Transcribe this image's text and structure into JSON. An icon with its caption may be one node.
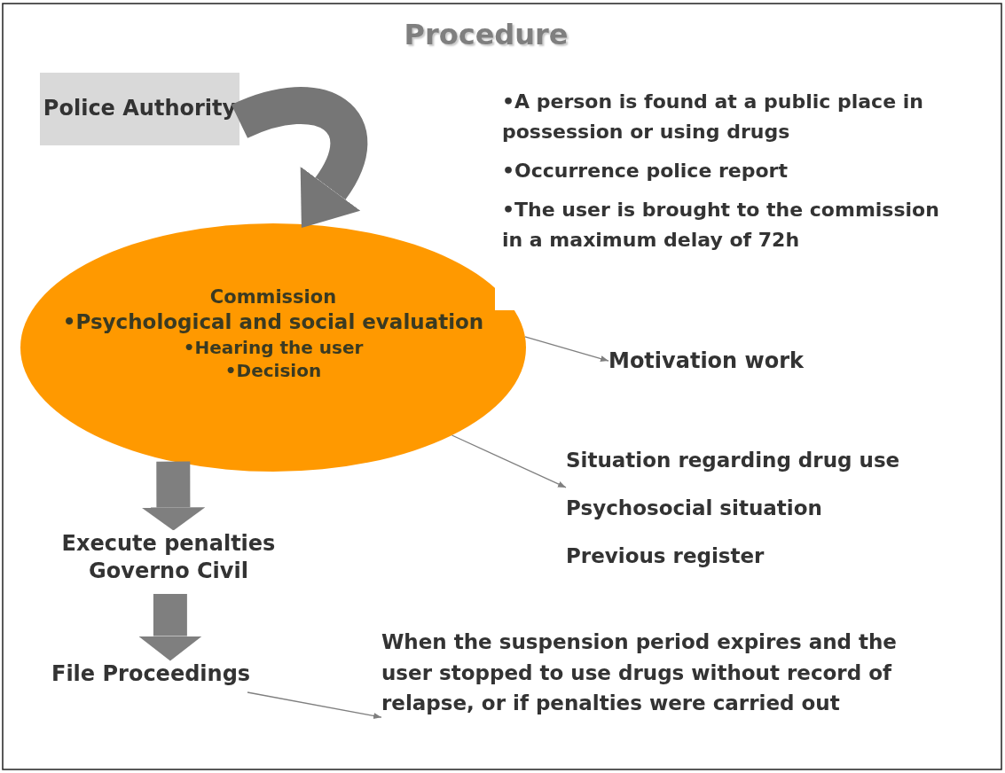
{
  "diagram": {
    "title": "Procedure",
    "nodes": [
      {
        "text": [
          "Police Authority"
        ]
      },
      {
        "text": [
          "Commission",
          "•Psychological and social evaluation",
          "•Hearing the user",
          "•Decision"
        ]
      },
      {
        "text": [
          "Motivation work"
        ]
      },
      {
        "text": [
          "Situation regarding drug use",
          "Psychosocial situation",
          "Previous register"
        ]
      },
      {
        "text": [
          "Execute penalties Governo Civil"
        ]
      },
      {
        "text": [
          "File Proceedings"
        ]
      },
      {
        "text": [
          "When the suspension period expires and the user stopped to use drugs without record of relapse, or if penalties were carried out"
        ]
      }
    ],
    "edges": [
      {
        "from": 0,
        "to": 1,
        "arrow": "to",
        "style": "thick"
      },
      {
        "from": 1,
        "to": 2,
        "arrow": "to"
      },
      {
        "from": 1,
        "to": 3,
        "arrow": "to"
      },
      {
        "from": 1,
        "to": 4,
        "arrow": "to",
        "style": "thick"
      },
      {
        "from": 4,
        "to": 5,
        "arrow": "to",
        "style": "thick"
      },
      {
        "from": 5,
        "to": 6,
        "arrow": "to"
      }
    ],
    "labels": [
      "•A person is found at a public place in possession or using drugs",
      "•Occurrence police report",
      "•The user is brought to the commission in a maximum delay of 72h"
    ]
  }
}
